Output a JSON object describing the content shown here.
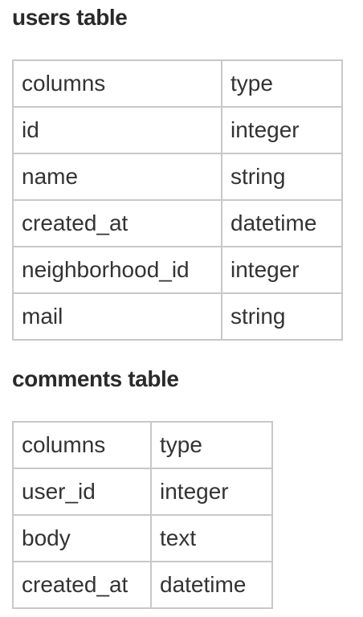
{
  "users": {
    "title": "users table",
    "header": {
      "col1": "columns",
      "col2": "type"
    },
    "rows": [
      {
        "column": "id",
        "type": "integer"
      },
      {
        "column": "name",
        "type": "string"
      },
      {
        "column": "created_at",
        "type": "datetime"
      },
      {
        "column": "neighborhood_id",
        "type": "integer"
      },
      {
        "column": "mail",
        "type": "string"
      }
    ]
  },
  "comments": {
    "title": "comments table",
    "header": {
      "col1": "columns",
      "col2": "type"
    },
    "rows": [
      {
        "column": "user_id",
        "type": "integer"
      },
      {
        "column": "body",
        "type": "text"
      },
      {
        "column": "created_at",
        "type": "datetime"
      }
    ]
  }
}
